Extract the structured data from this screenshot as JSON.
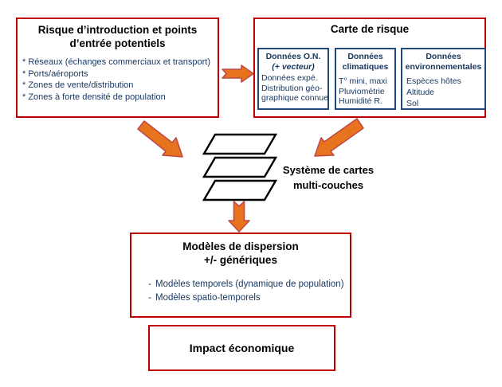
{
  "palette": {
    "red_border": "#C00000",
    "blue_border": "#1F497D",
    "arrow_fill": "#E8731E",
    "arrow_outline": "#BE4B48",
    "navy_text": "#17365D",
    "title_text": "#000000"
  },
  "risk_intro": {
    "title_lines": [
      "Risque d’introduction et points",
      "d’entrée potentiels"
    ],
    "items": [
      "* Réseaux (échanges commerciaux et transport)",
      "* Ports/aéroports",
      "* Zones de vente/distribution",
      "* Zones à forte densité de population"
    ]
  },
  "risk_map": {
    "title": "Carte de risque",
    "subboxes": [
      {
        "title": "Données O.N.",
        "subtitle": "(+ vecteur)",
        "lines": [
          "Données expé.",
          "Distribution géo-",
          "graphique connue"
        ]
      },
      {
        "title": "Données climatiques",
        "lines": [
          "T° mini, maxi",
          "Pluviométrie",
          "Humidité R."
        ]
      },
      {
        "title": "Données environnementales",
        "lines": [
          "Espèces hôtes",
          "Altitude",
          "Sol"
        ]
      }
    ]
  },
  "layers": {
    "label_lines": [
      "Système de cartes",
      "multi-couches"
    ]
  },
  "dispersion": {
    "title_lines": [
      "Modèles de dispersion",
      "+/- génériques"
    ],
    "bullet_char": "-",
    "items": [
      "Modèles temporels (dynamique de population)",
      "Modèles spatio-temporels"
    ]
  },
  "impact": {
    "title": "Impact économique"
  }
}
